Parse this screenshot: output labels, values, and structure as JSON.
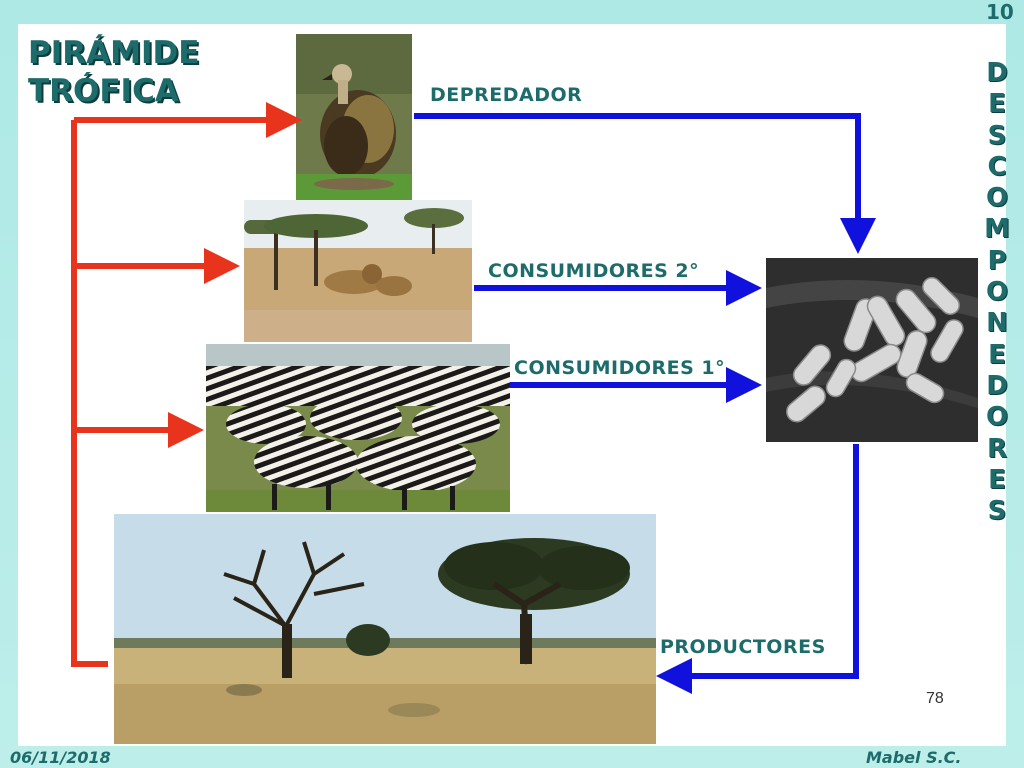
{
  "title": "PIRÁMIDE\nTRÓFICA",
  "slide_number": "10",
  "side_word": "DESCOMPONEDORES",
  "levels": {
    "predator": "DEPREDADOR",
    "secondary": "CONSUMIDORES 2°",
    "primary": "CONSUMIDORES 1°",
    "producers": "PRODUCTORES"
  },
  "page_mark": "78",
  "footer": {
    "date": "06/11/2018",
    "author": "Mabel S.C."
  },
  "colors": {
    "energy_arrow": "#e8341c",
    "decomposer_arrow": "#1111dd",
    "text": "#1d6b6b"
  },
  "images": [
    "vulture-photo",
    "lions-photo",
    "zebras-photo",
    "savanna-photo",
    "bacteria-photo"
  ]
}
